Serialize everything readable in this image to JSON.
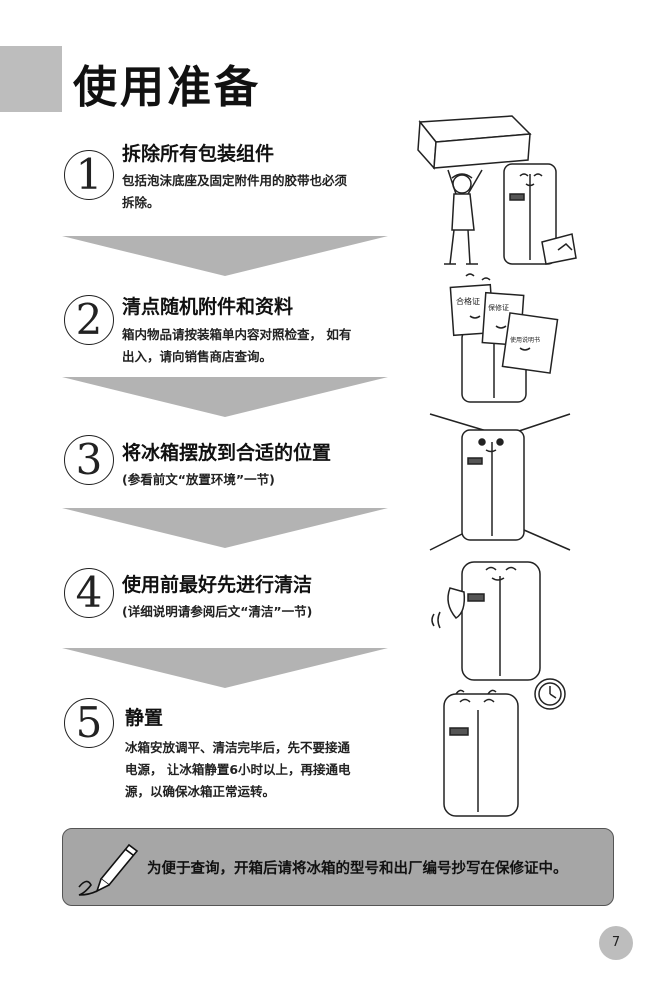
{
  "page": {
    "title": "使用准备",
    "page_number": "7"
  },
  "steps": [
    {
      "number": "1",
      "title": "拆除所有包装组件",
      "desc": [
        "包括泡沫底座及固定附件用的胶带也必须",
        "拆除。"
      ]
    },
    {
      "number": "2",
      "title": "清点随机附件和资料",
      "desc": [
        "箱内物品请按装箱单内容对照检查， 如有",
        "出入，请向销售商店查询。"
      ]
    },
    {
      "number": "3",
      "title": "将冰箱摆放到合适的位置",
      "desc": [
        "(参看前文“放置环境”一节)"
      ]
    },
    {
      "number": "4",
      "title": "使用前最好先进行清洁",
      "desc": [
        "(详细说明请参阅后文“清洁”一节)"
      ]
    },
    {
      "number": "5",
      "title": "静置",
      "desc": [
        "冰箱安放调平、清洁完毕后，先不要接通",
        "电源， 让冰箱静置6小时以上，再接通电",
        "源，以确保冰箱正常运转。"
      ]
    }
  ],
  "illustrations": {
    "cert_label_1": "合格证",
    "cert_label_2": "保修证",
    "cert_label_3": "使用说明书"
  },
  "note": {
    "icon": "pen-icon",
    "text": "为便于查询，开箱后请将冰箱的型号和出厂编号抄写在保修证中。"
  },
  "colors": {
    "tab_gray": "#bdbdbd",
    "arrow_gray": "#b3b3b3",
    "note_gray": "#a6a6a6"
  }
}
